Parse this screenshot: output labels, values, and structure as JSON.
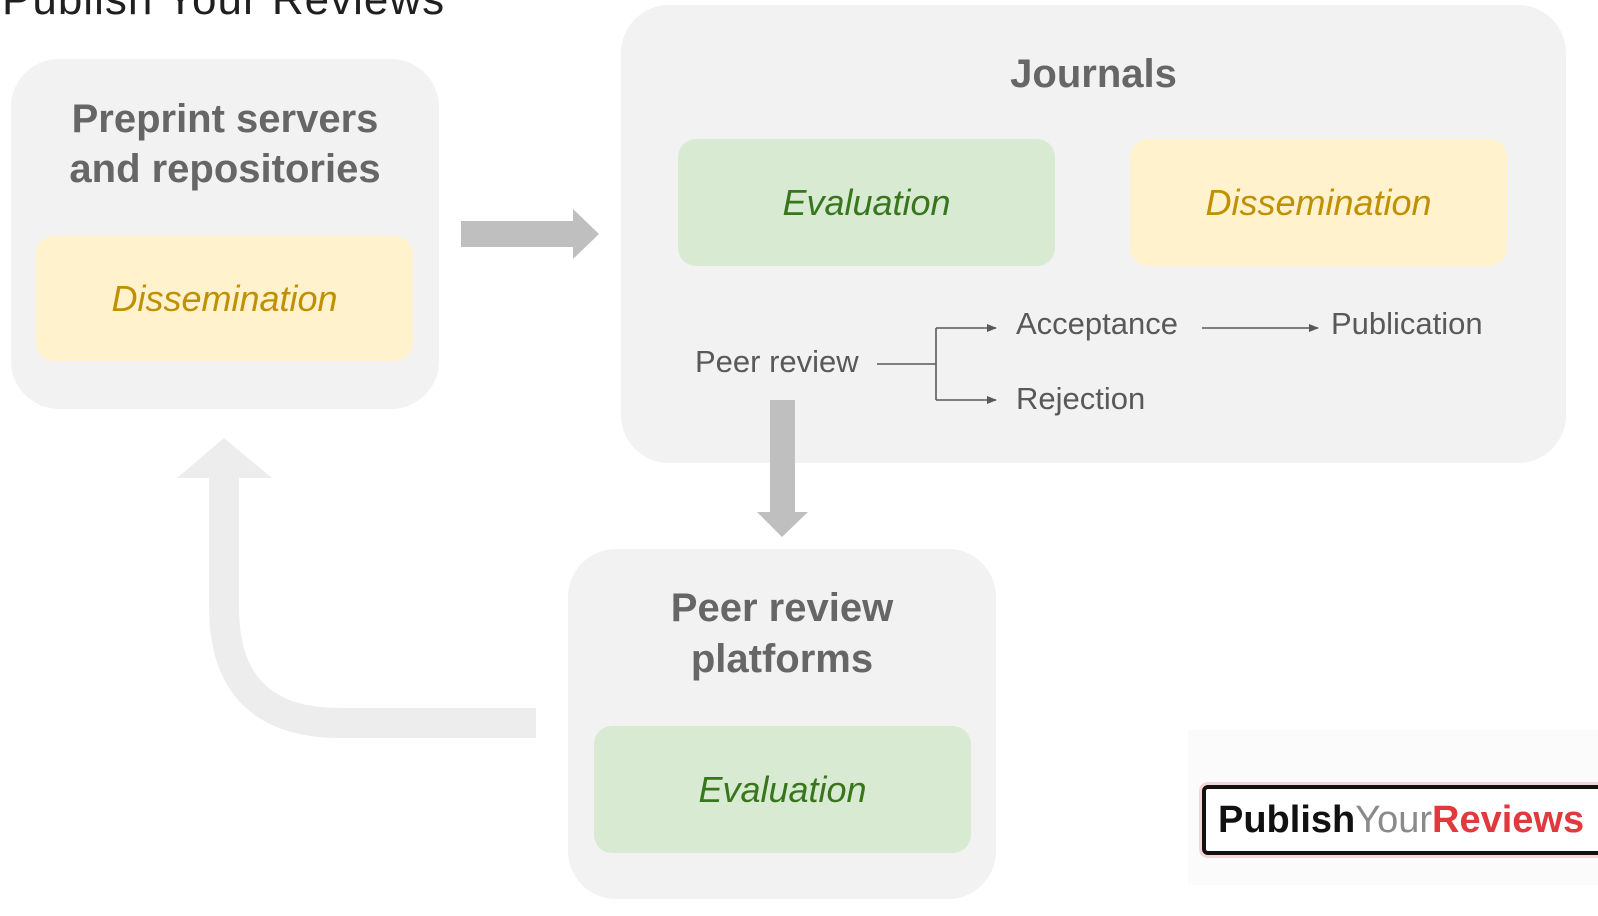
{
  "heading": "Publish Your Reviews",
  "preprint_panel": {
    "title_line1": "Preprint servers",
    "title_line2": "and repositories",
    "chip": "Dissemination"
  },
  "journals_panel": {
    "title": "Journals",
    "chip_evaluation": "Evaluation",
    "chip_dissemination": "Dissemination",
    "flow": {
      "peer_review": "Peer review",
      "acceptance": "Acceptance",
      "rejection": "Rejection",
      "publication": "Publication"
    }
  },
  "platforms_panel": {
    "title_line1": "Peer review",
    "title_line2": "platforms",
    "chip": "Evaluation"
  },
  "logo": {
    "part1": "Publish",
    "part2": "Your",
    "part3": "Reviews"
  },
  "colors": {
    "panel": "#f2f2f2",
    "dissemination_fill": "#fff2cc",
    "dissemination_text": "#bf9000",
    "evaluation_fill": "#d9ead3",
    "evaluation_text": "#38761d",
    "arrow": "#bfbfbf",
    "loop_arrow": "#ededed",
    "connector": "#595959"
  }
}
